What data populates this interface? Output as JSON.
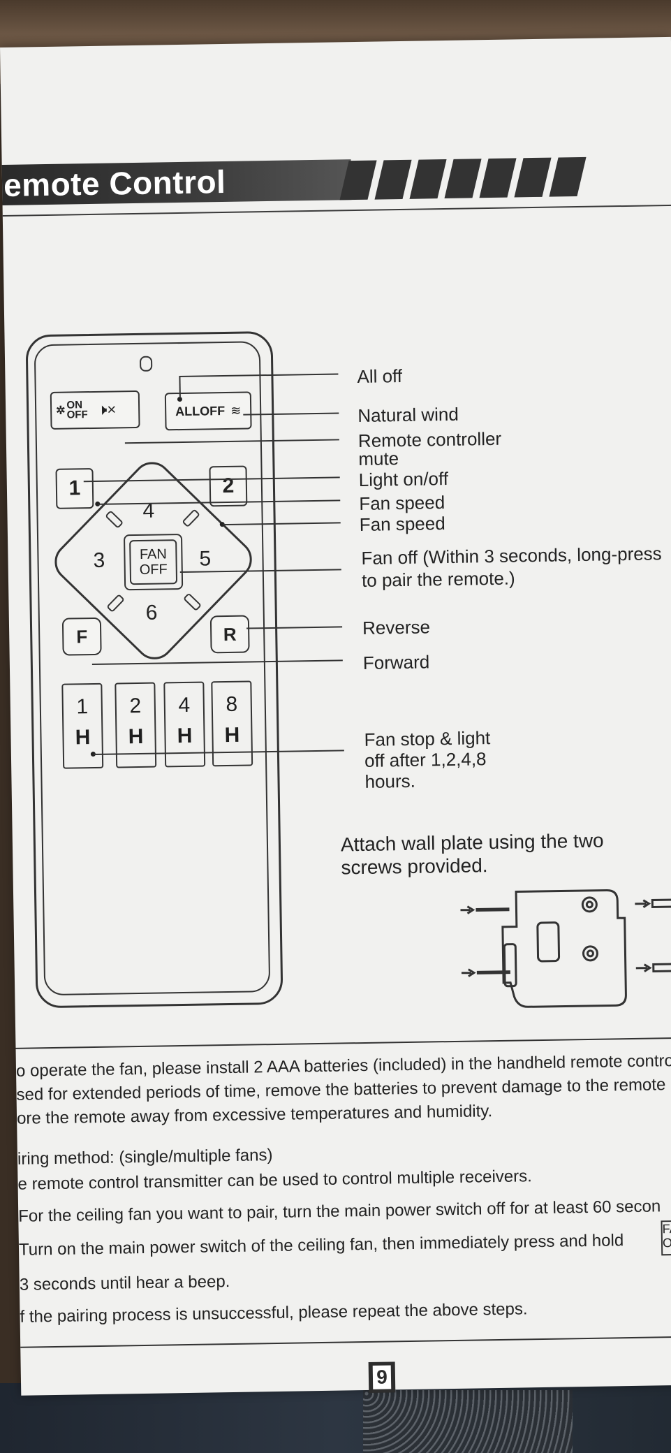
{
  "title": "emote Control",
  "remote": {
    "power_label_top": "ON",
    "power_label_bottom": "OFF",
    "all_off_label": "ALLOFF",
    "light_1": "1",
    "light_2": "2",
    "speed_3": "3",
    "speed_4": "4",
    "speed_5": "5",
    "speed_6": "6",
    "fan_off_top": "FAN",
    "fan_off_bottom": "OFF",
    "forward_letter": "F",
    "reverse_letter": "R",
    "timers": [
      {
        "num": "1",
        "unit": "H"
      },
      {
        "num": "2",
        "unit": "H"
      },
      {
        "num": "4",
        "unit": "H"
      },
      {
        "num": "8",
        "unit": "H"
      }
    ]
  },
  "callouts": {
    "all_off": "All off",
    "natural_wind": "Natural wind",
    "mute_line1": "Remote controller",
    "mute_line2": "mute",
    "light": "Light on/off",
    "fan_speed_a": "Fan speed",
    "fan_speed_b": "Fan speed",
    "fan_off_line1": "Fan off (Within 3 seconds, long-press",
    "fan_off_line2": "to pair the remote.)",
    "reverse": "Reverse",
    "forward": "Forward",
    "timer_line1": "Fan stop & light",
    "timer_line2": "off after 1,2,4,8",
    "timer_line3": "hours."
  },
  "wall_plate": {
    "line1": "Attach wall plate using the two",
    "line2": "screws provided."
  },
  "instructions": {
    "battery_line1": "o operate the fan, please install 2 AAA batteries (included) in the handheld remote control",
    "battery_line2": "sed for extended periods of time, remove the batteries to prevent damage to the remote c",
    "battery_line3": "ore the remote away from excessive temperatures and humidity.",
    "pairing_heading": "iring method: (single/multiple fans)",
    "pairing_intro": "e remote control transmitter can be used to control multiple receivers.",
    "step1": "For the ceiling fan you want to pair, turn the main power switch off for at least 60 secon",
    "step2": "Turn on the main power switch of the ceiling fan, then immediately press and hold",
    "step2_fan_top": "FAN",
    "step2_fan_bottom": "OFF",
    "step2_cont": "3 seconds until hear a beep.",
    "step3": "f the pairing process is unsuccessful, please repeat the above steps."
  },
  "page_number": "9"
}
